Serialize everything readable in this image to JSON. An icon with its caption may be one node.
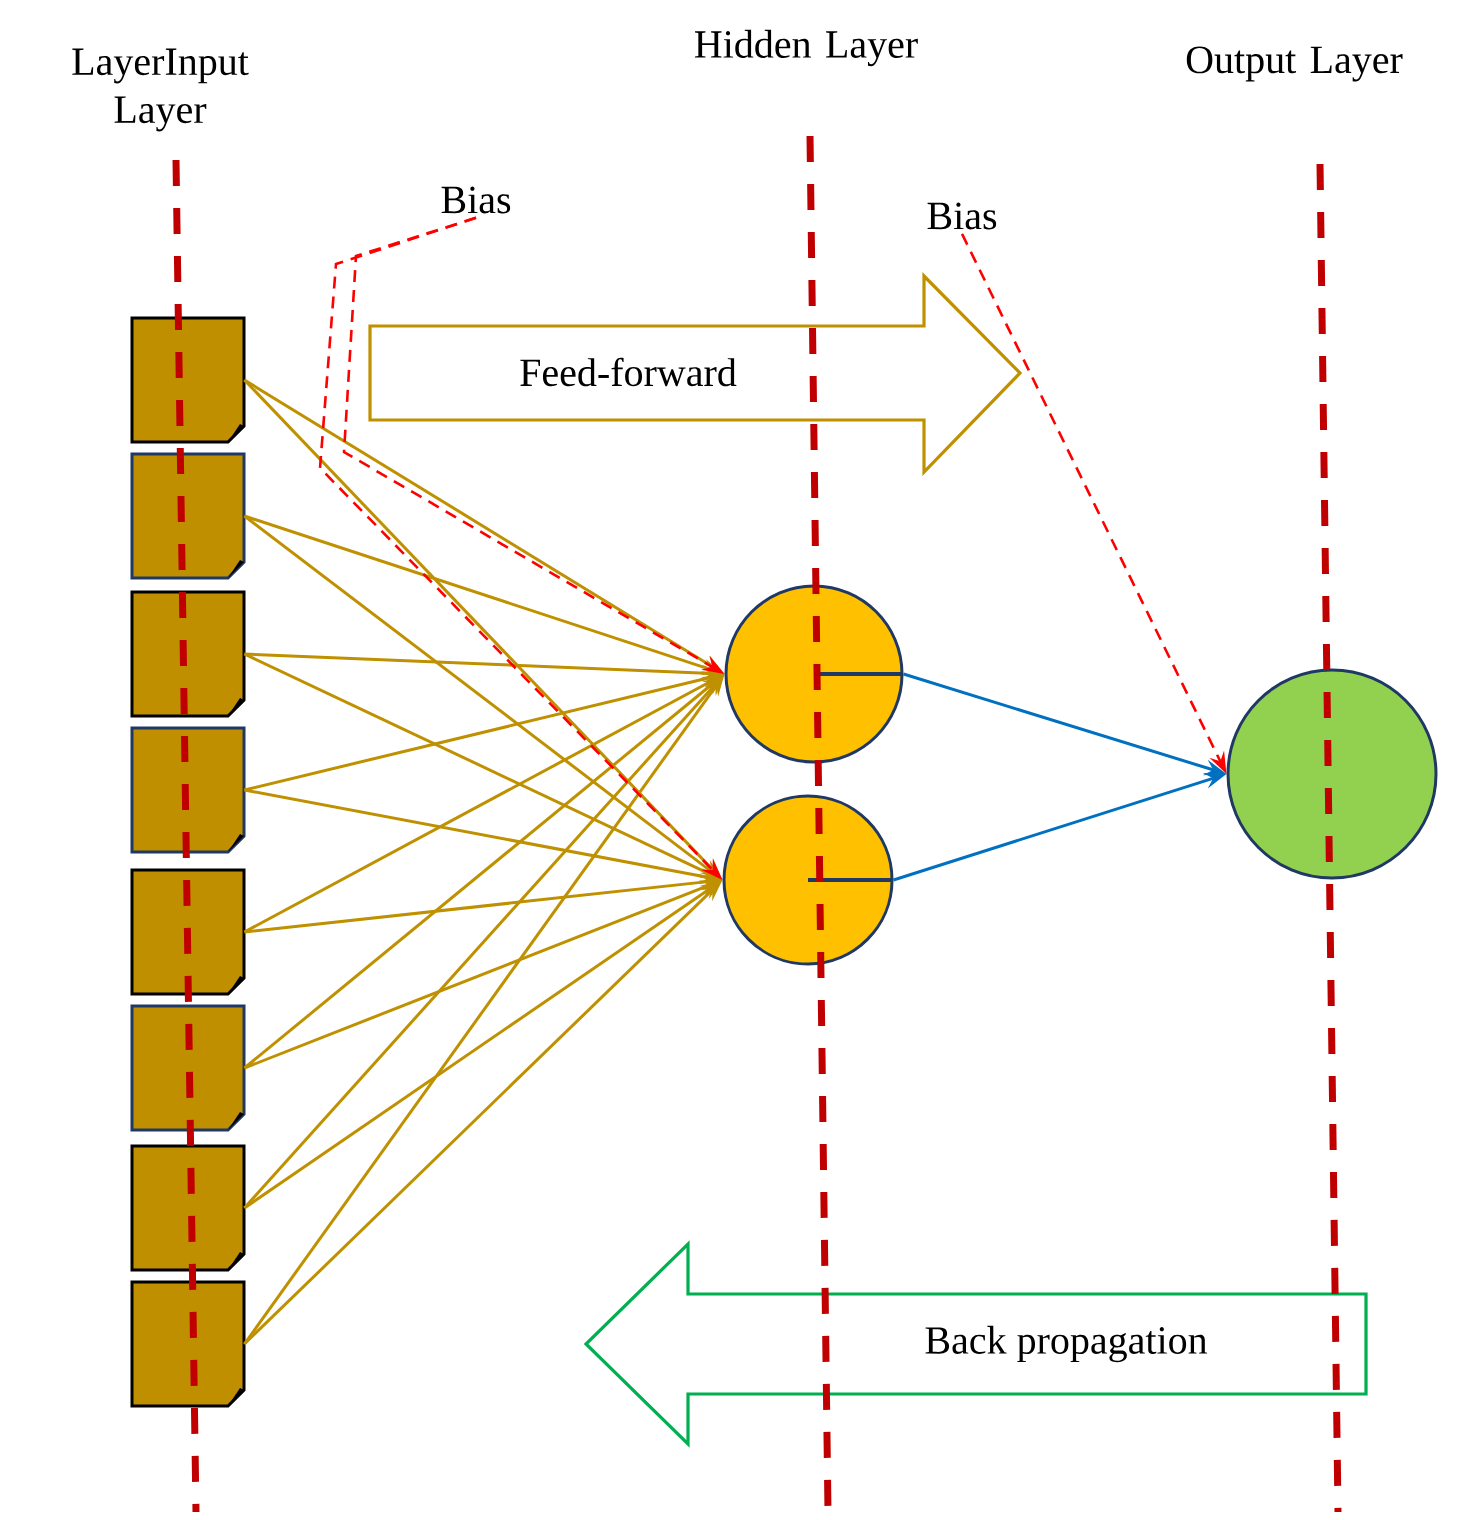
{
  "diagram": {
    "nodes": [
      {
        "text": [],
        "shape": "box"
      },
      {
        "text": [],
        "shape": "box"
      },
      {
        "text": [],
        "shape": "box"
      },
      {
        "text": [],
        "shape": "box"
      },
      {
        "text": [],
        "shape": "box"
      },
      {
        "text": [],
        "shape": "box"
      },
      {
        "text": [],
        "shape": "box"
      },
      {
        "text": [],
        "shape": "box"
      },
      {
        "text": [
          "Bias"
        ]
      },
      {
        "text": [
          "Feed-forward"
        ]
      },
      {
        "text": [
          "Bias"
        ]
      },
      {
        "text": [],
        "shape": "circle"
      },
      {
        "text": [],
        "shape": "circle"
      },
      {
        "text": [],
        "shape": "circle"
      },
      {
        "text": [
          "Back propagation"
        ]
      }
    ],
    "edges": [
      {
        "from": 0,
        "to": 11,
        "arrow": "to"
      },
      {
        "from": 0,
        "to": 12,
        "arrow": "to"
      },
      {
        "from": 1,
        "to": 11,
        "arrow": "to"
      },
      {
        "from": 1,
        "to": 12,
        "arrow": "to"
      },
      {
        "from": 2,
        "to": 11,
        "arrow": "to"
      },
      {
        "from": 2,
        "to": 12,
        "arrow": "to"
      },
      {
        "from": 3,
        "to": 11,
        "arrow": "to"
      },
      {
        "from": 3,
        "to": 12,
        "arrow": "to"
      },
      {
        "from": 4,
        "to": 11,
        "arrow": "to"
      },
      {
        "from": 4,
        "to": 12,
        "arrow": "to"
      },
      {
        "from": 5,
        "to": 11,
        "arrow": "to"
      },
      {
        "from": 5,
        "to": 12,
        "arrow": "to"
      },
      {
        "from": 6,
        "to": 11,
        "arrow": "to"
      },
      {
        "from": 6,
        "to": 12,
        "arrow": "to"
      },
      {
        "from": 7,
        "to": 11,
        "arrow": "to"
      },
      {
        "from": 7,
        "to": 12,
        "arrow": "to"
      },
      {
        "from": 11,
        "to": 13,
        "arrow": "to",
        "color": "#0070c0"
      },
      {
        "from": 12,
        "to": 13,
        "arrow": "to",
        "color": "#0070c0"
      },
      {
        "from": 8,
        "to": 11,
        "arrow": "to",
        "style": "dashed",
        "color": "#ff0000"
      },
      {
        "from": 8,
        "to": 12,
        "arrow": "to",
        "style": "dashed",
        "color": "#ff0000"
      },
      {
        "from": 10,
        "to": 13,
        "arrow": "to",
        "style": "dashed",
        "color": "#ff0000"
      }
    ],
    "labels": [
      "LayerInput Layer",
      "Hidden Layer",
      "Output Layer"
    ]
  }
}
